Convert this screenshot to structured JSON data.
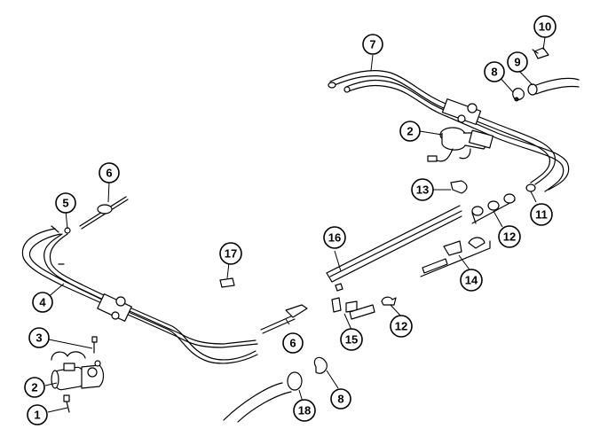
{
  "diagram": {
    "type": "exploded-parts-illustration",
    "line_color": "#000000",
    "background": "#ffffff",
    "callouts": [
      {
        "id": "c1",
        "label": "1"
      },
      {
        "id": "c2a",
        "label": "2"
      },
      {
        "id": "c2b",
        "label": "2"
      },
      {
        "id": "c3",
        "label": "3"
      },
      {
        "id": "c4",
        "label": "4"
      },
      {
        "id": "c5",
        "label": "5"
      },
      {
        "id": "c6a",
        "label": "6"
      },
      {
        "id": "c6b",
        "label": "6"
      },
      {
        "id": "c7",
        "label": "7"
      },
      {
        "id": "c8a",
        "label": "8"
      },
      {
        "id": "c8b",
        "label": "8"
      },
      {
        "id": "c9",
        "label": "9"
      },
      {
        "id": "c10",
        "label": "10"
      },
      {
        "id": "c11",
        "label": "11"
      },
      {
        "id": "c12a",
        "label": "12"
      },
      {
        "id": "c12b",
        "label": "12"
      },
      {
        "id": "c13",
        "label": "13"
      },
      {
        "id": "c14",
        "label": "14"
      },
      {
        "id": "c15",
        "label": "15"
      },
      {
        "id": "c16",
        "label": "16"
      },
      {
        "id": "c17",
        "label": "17"
      },
      {
        "id": "c18",
        "label": "18"
      }
    ]
  }
}
